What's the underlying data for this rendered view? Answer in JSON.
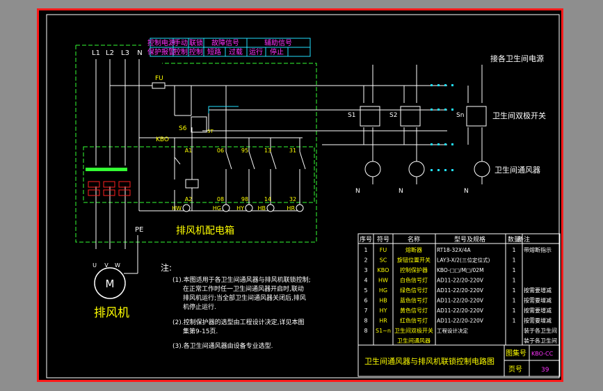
{
  "colors": {
    "white": "#ffffff",
    "cyan": "#22e0ff",
    "yellow": "#ffff00",
    "green": "#33ff33",
    "red": "#ff2020",
    "magenta": "#ff33ff"
  },
  "header": {
    "row1": [
      "控制电源",
      "手动",
      "联锁",
      "故障信号",
      "",
      "辅助信号",
      ""
    ],
    "row2": [
      "保护报警",
      "控制",
      "控制",
      "短路",
      "过载",
      "运行",
      "停止"
    ]
  },
  "power": {
    "phases": [
      "L1",
      "L2",
      "L3",
      "N"
    ],
    "fuse": "FU",
    "protector": "KBO",
    "terminal": "S6",
    "terminal_tag": "ST",
    "pe": "PE"
  },
  "contacts": [
    "A1",
    "A2",
    "06",
    "08",
    "95",
    "98",
    "13",
    "14",
    "31",
    "32"
  ],
  "lamps": [
    "HW",
    "HG",
    "HY",
    "HB",
    "HR"
  ],
  "box_label": "排风机配电箱",
  "motor": {
    "symbol": "M",
    "phases": [
      "U",
      "V",
      "W"
    ],
    "label": "排风机"
  },
  "right": {
    "top_note": "接各卫生间电源",
    "switches": [
      "S1",
      "S2",
      "Sn"
    ],
    "switch_label": "卫生间双极开关",
    "fan_label": "卫生间通风器",
    "n_labels": [
      "N",
      "N",
      "N"
    ]
  },
  "notes": {
    "title": "注:",
    "items": [
      "(1).本图适用于各卫生间通风器与排风机联锁控制;",
      "在正常工作时任一卫生间通风器开启时,联动",
      "排风机运行;当全部卫生间通风器关闭后,排风",
      "机停止运行.",
      "(2).控制保护器的选型由工程设计决定,详见本图",
      "集第9-15页.",
      "(3).各卫生间通风器由设备专业选型."
    ]
  },
  "table": {
    "headers": [
      "序号",
      "符号",
      "名称",
      "型号及规格",
      "数量",
      "备注"
    ],
    "rows": [
      [
        "1",
        "FU",
        "熔断器",
        "RT18-32X/4A",
        "1",
        "带熔断指示"
      ],
      [
        "2",
        "SC",
        "旋钮位置开关",
        "LAY3-X/2(三位定位式)",
        "1",
        ""
      ],
      [
        "3",
        "KBO",
        "控制保护器",
        "KBO-□□/M□/02M",
        "1",
        ""
      ],
      [
        "4",
        "HW",
        "白色信号灯",
        "AD11-22/20-220V",
        "1",
        ""
      ],
      [
        "5",
        "HG",
        "绿色信号灯",
        "AD11-22/20-220V",
        "1",
        "按需要增减"
      ],
      [
        "6",
        "HB",
        "蓝色信号灯",
        "AD11-22/20-220V",
        "1",
        "按需要增减"
      ],
      [
        "7",
        "HY",
        "黄色信号灯",
        "AD11-22/20-220V",
        "1",
        "按需要增减"
      ],
      [
        "8",
        "HR",
        "红色信号灯",
        "AD11-22/20-220V",
        "1",
        "按需要增减"
      ],
      [
        "8",
        "S1~n",
        "卫生间双极开关",
        "工程设计决定",
        "",
        "装于各卫生间"
      ],
      [
        "",
        "",
        "卫生间通风器",
        "",
        "",
        "装于各卫生间"
      ]
    ]
  },
  "titleblock": {
    "title": "卫生间通风器与排风机联锁控制电路图",
    "atlas_label": "图集号",
    "atlas_value": "KBO-CC",
    "page_label": "页号",
    "page_value": "39"
  }
}
